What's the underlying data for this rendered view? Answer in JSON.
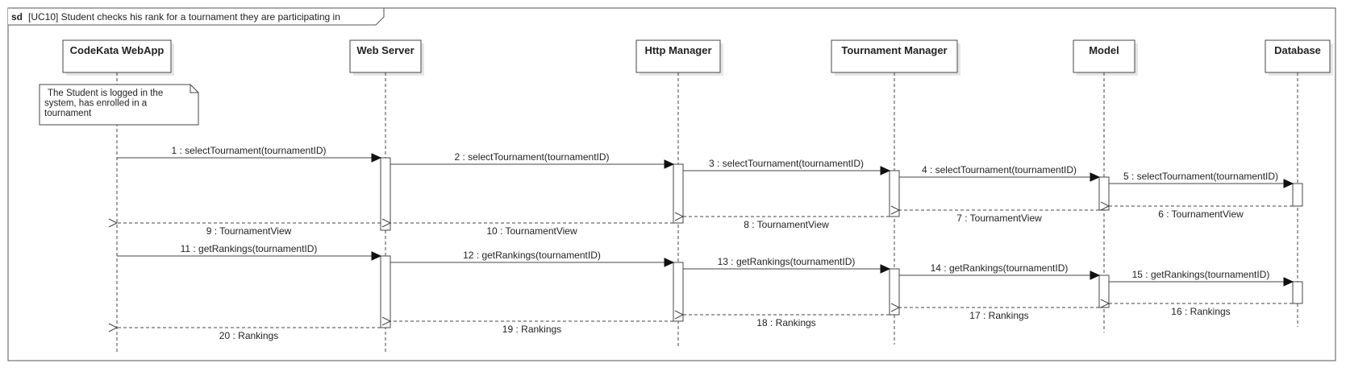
{
  "frame": {
    "keyword": "sd",
    "title": "[UC10] Student checks his rank for a tournament they are participating in"
  },
  "lifelines": [
    {
      "id": "webapp",
      "name": "CodeKata WebApp"
    },
    {
      "id": "webserver",
      "name": "Web Server"
    },
    {
      "id": "http",
      "name": "Http Manager"
    },
    {
      "id": "tournament",
      "name": "Tournament Manager"
    },
    {
      "id": "model",
      "name": "Model"
    },
    {
      "id": "database",
      "name": "Database"
    }
  ],
  "note": {
    "lifeline": "webapp",
    "lines": [
      "The Student is logged in the",
      "system, has enrolled in a",
      "tournament"
    ]
  },
  "messages": [
    {
      "n": 1,
      "label": "1 : selectTournament(tournamentID)",
      "from": "webapp",
      "to": "webserver",
      "type": "sync"
    },
    {
      "n": 2,
      "label": "2 : selectTournament(tournamentID)",
      "from": "webserver",
      "to": "http",
      "type": "sync"
    },
    {
      "n": 3,
      "label": "3 : selectTournament(tournamentID)",
      "from": "http",
      "to": "tournament",
      "type": "sync"
    },
    {
      "n": 4,
      "label": "4 : selectTournament(tournamentID)",
      "from": "tournament",
      "to": "model",
      "type": "sync"
    },
    {
      "n": 5,
      "label": "5 : selectTournament(tournamentID)",
      "from": "model",
      "to": "database",
      "type": "sync"
    },
    {
      "n": 6,
      "label": "6 : TournamentView",
      "from": "database",
      "to": "model",
      "type": "return"
    },
    {
      "n": 7,
      "label": "7 : TournamentView",
      "from": "model",
      "to": "tournament",
      "type": "return"
    },
    {
      "n": 8,
      "label": "8 : TournamentView",
      "from": "tournament",
      "to": "http",
      "type": "return"
    },
    {
      "n": 9,
      "label": "9 : TournamentView",
      "from": "webserver",
      "to": "webapp",
      "type": "return"
    },
    {
      "n": 10,
      "label": "10 : TournamentView",
      "from": "http",
      "to": "webserver",
      "type": "return"
    },
    {
      "n": 11,
      "label": "11 : getRankings(tournamentID)",
      "from": "webapp",
      "to": "webserver",
      "type": "sync"
    },
    {
      "n": 12,
      "label": "12 : getRankings(tournamentID)",
      "from": "webserver",
      "to": "http",
      "type": "sync"
    },
    {
      "n": 13,
      "label": "13 : getRankings(tournamentID)",
      "from": "http",
      "to": "tournament",
      "type": "sync"
    },
    {
      "n": 14,
      "label": "14 : getRankings(tournamentID)",
      "from": "tournament",
      "to": "model",
      "type": "sync"
    },
    {
      "n": 15,
      "label": "15 : getRankings(tournamentID)",
      "from": "model",
      "to": "database",
      "type": "sync"
    },
    {
      "n": 16,
      "label": "16 : Rankings",
      "from": "database",
      "to": "model",
      "type": "return"
    },
    {
      "n": 17,
      "label": "17 : Rankings",
      "from": "model",
      "to": "tournament",
      "type": "return"
    },
    {
      "n": 18,
      "label": "18 : Rankings",
      "from": "tournament",
      "to": "http",
      "type": "return"
    },
    {
      "n": 19,
      "label": "19 : Rankings",
      "from": "http",
      "to": "webserver",
      "type": "return"
    },
    {
      "n": 20,
      "label": "20 : Rankings",
      "from": "webserver",
      "to": "webapp",
      "type": "return"
    }
  ],
  "colors": {
    "line": "#444444",
    "text": "#222222",
    "box_fill": "#ffffff",
    "shadow": "#e6e6e6"
  }
}
